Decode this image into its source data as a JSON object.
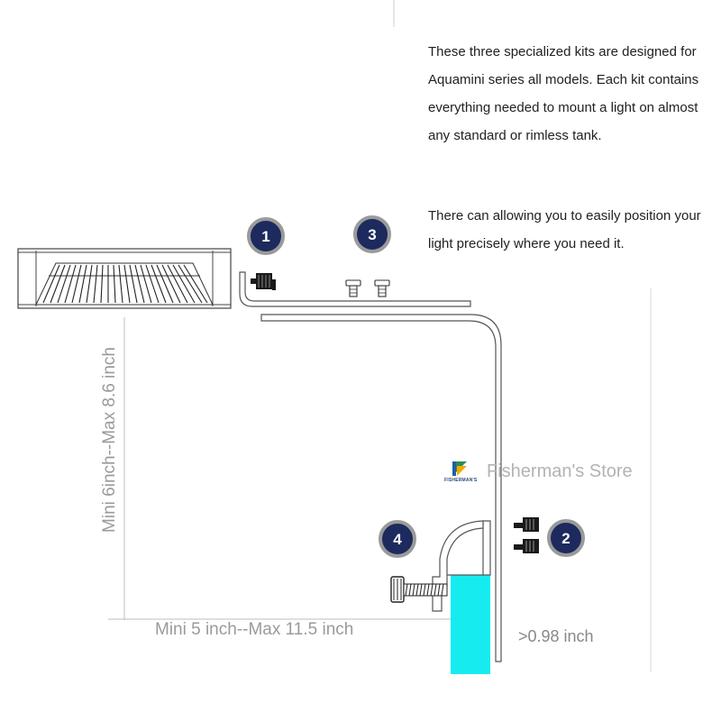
{
  "description": {
    "paragraph1": "These three specialized kits are designed for Aquamini series all models. Each kit contains everything needed to mount a light on almost any standard or rimless tank.",
    "paragraph2": "There can allowing you to easily position your light precisely where you need it."
  },
  "dimensions": {
    "height_label": "Mini 6inch--Max 8.6 inch",
    "width_label": "Mini 5 inch--Max 11.5 inch",
    "glass_label": ">0.98 inch"
  },
  "watermark": {
    "store_name": "Fisherman's Store",
    "logo_text": "FISHERMAN'S"
  },
  "badges": [
    "1",
    "2",
    "3",
    "4"
  ],
  "colors": {
    "badge_fill": "#1d2a5e",
    "badge_ring": "#9a9a9a",
    "glass": "#16ecf0",
    "line": "#555555",
    "dimension_text": "#9a9a9a"
  }
}
